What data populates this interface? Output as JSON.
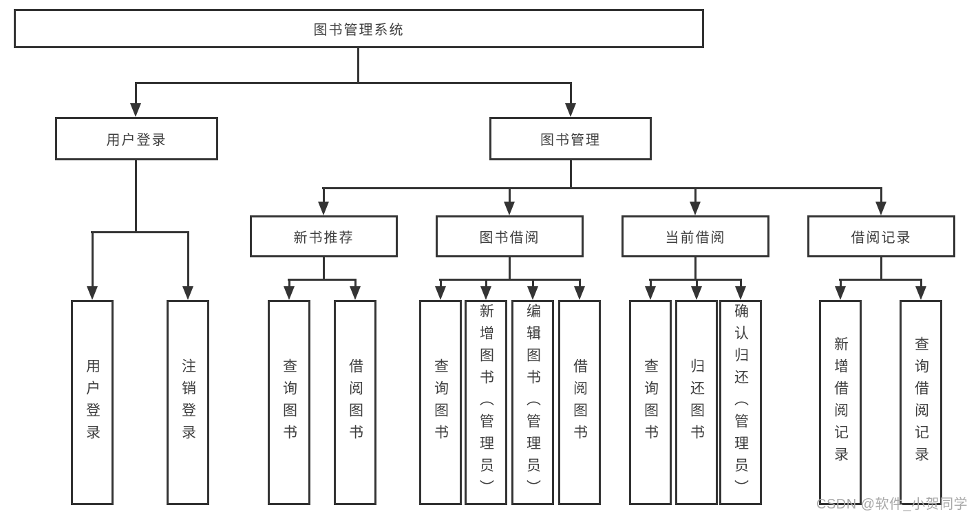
{
  "diagram": {
    "root": {
      "label": "图书管理系统"
    },
    "level2": {
      "user_login": {
        "label": "用户登录"
      },
      "book_mgmt": {
        "label": "图书管理"
      }
    },
    "level3": {
      "new_book_rec": {
        "label": "新书推荐"
      },
      "book_borrow": {
        "label": "图书借阅"
      },
      "current_borrow": {
        "label": "当前借阅"
      },
      "borrow_record": {
        "label": "借阅记录"
      }
    },
    "leaves": {
      "login_user": {
        "label": "用户登录"
      },
      "login_logout": {
        "label": "注销登录"
      },
      "rec_query": {
        "label": "查询图书"
      },
      "rec_borrow": {
        "label": "借阅图书"
      },
      "bb_query": {
        "label": "查询图书"
      },
      "bb_add": {
        "label": "新增图书（管理员）"
      },
      "bb_edit": {
        "label": "编辑图书（管理员）"
      },
      "bb_borrow": {
        "label": "借阅图书"
      },
      "cb_query": {
        "label": "查询图书"
      },
      "cb_return": {
        "label": "归还图书"
      },
      "cb_confirm": {
        "label": "确认归还（管理员）"
      },
      "br_add": {
        "label": "新增借阅记录"
      },
      "br_query": {
        "label": "查询借阅记录"
      }
    }
  },
  "watermark": {
    "text": "CSDN @软件_小贺同学"
  },
  "colors": {
    "line": "#343434",
    "text": "#3f3f3f",
    "watermark": "#a9a9a9",
    "background": "#ffffff"
  }
}
